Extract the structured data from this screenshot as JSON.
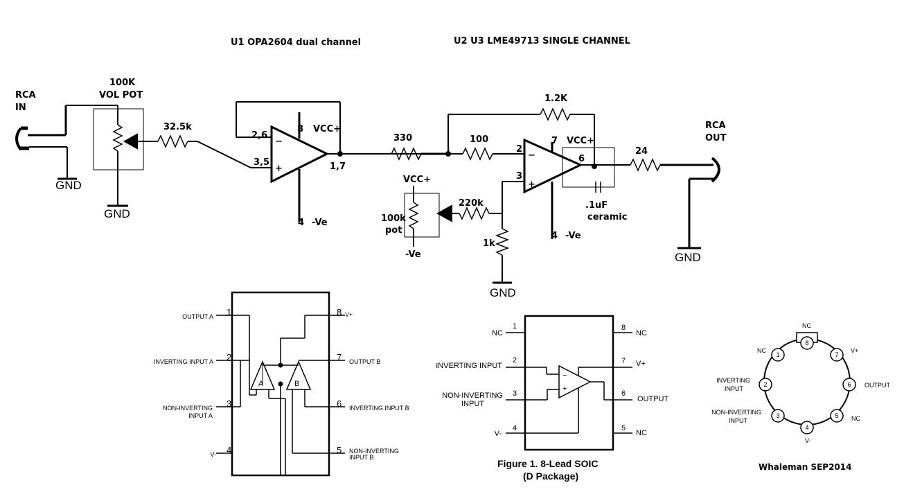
{
  "headers": {
    "u1": "U1 OPA2604  dual channel",
    "u2u3": "U2 U3 LME49713 SINGLE CHANNEL"
  },
  "schematic": {
    "rca_in": [
      "RCA",
      "IN"
    ],
    "vol_pot": [
      "100K",
      "VOL POT"
    ],
    "r_input": "32.5k",
    "gnd": "GND",
    "u1_pins": {
      "top": "2,6",
      "bottom": "3,5",
      "out": "1,7",
      "supply": "8",
      "neg": "4"
    },
    "vcc": "VCC+",
    "ve_neg": "-Ve",
    "r330": "330",
    "r100": "100",
    "r1_2k": "1.2K",
    "r24": "24",
    "r220k": "220k",
    "pot_100k": [
      "100k",
      "pot"
    ],
    "r1k": "1k",
    "ve_minus": "-Ve",
    "cap": [
      ".1uF",
      "ceramic"
    ],
    "rca_out": [
      "RCA",
      "OUT"
    ],
    "u2_pins": {
      "inv": "2",
      "noninv": "3",
      "supply": "7",
      "out": "6",
      "neg": "4"
    },
    "minus_sign": "−",
    "plus_sign": "+"
  },
  "opa2604_pinout": {
    "left": [
      {
        "num": "1",
        "label": "OUTPUT A"
      },
      {
        "num": "2",
        "label": "INVERTING INPUT A"
      },
      {
        "num": "3",
        "label": [
          "NON-INVERTING",
          "INPUT A"
        ]
      },
      {
        "num": "4",
        "label": "V-"
      }
    ],
    "right": [
      {
        "num": "8",
        "label": "V+"
      },
      {
        "num": "7",
        "label": "OUTPUT B"
      },
      {
        "num": "6",
        "label": "INVERTING INPUT B"
      },
      {
        "num": "5",
        "label": [
          "NON-INVERTING",
          "INPUT B"
        ]
      }
    ],
    "amp_a": "A",
    "amp_b": "B"
  },
  "soic_pinout": {
    "left": [
      {
        "num": "1",
        "label": "NC"
      },
      {
        "num": "2",
        "label": "INVERTING INPUT"
      },
      {
        "num": "3",
        "label": [
          "NON-INVERTING",
          "INPUT"
        ]
      },
      {
        "num": "4",
        "label": "V-"
      }
    ],
    "right": [
      {
        "num": "8",
        "label": "NC"
      },
      {
        "num": "7",
        "label": "V+"
      },
      {
        "num": "6",
        "label": "OUTPUT"
      },
      {
        "num": "5",
        "label": "NC"
      }
    ],
    "caption": [
      "Figure 1.  8-Lead SOIC",
      "(D Package)"
    ]
  },
  "to99_pinout": {
    "pins": [
      {
        "num": "8",
        "label": "NC"
      },
      {
        "num": "7",
        "label": "V+"
      },
      {
        "num": "6",
        "label": "OUTPUT"
      },
      {
        "num": "5",
        "label": "NC"
      },
      {
        "num": "4",
        "label": "V-"
      },
      {
        "num": "3",
        "label": [
          "NON-INVERTING",
          "INPUT"
        ]
      },
      {
        "num": "2",
        "label": [
          "INVERTING",
          "INPUT"
        ]
      },
      {
        "num": "1",
        "label": "NC"
      }
    ]
  },
  "credit": "Whaleman SEP2014"
}
